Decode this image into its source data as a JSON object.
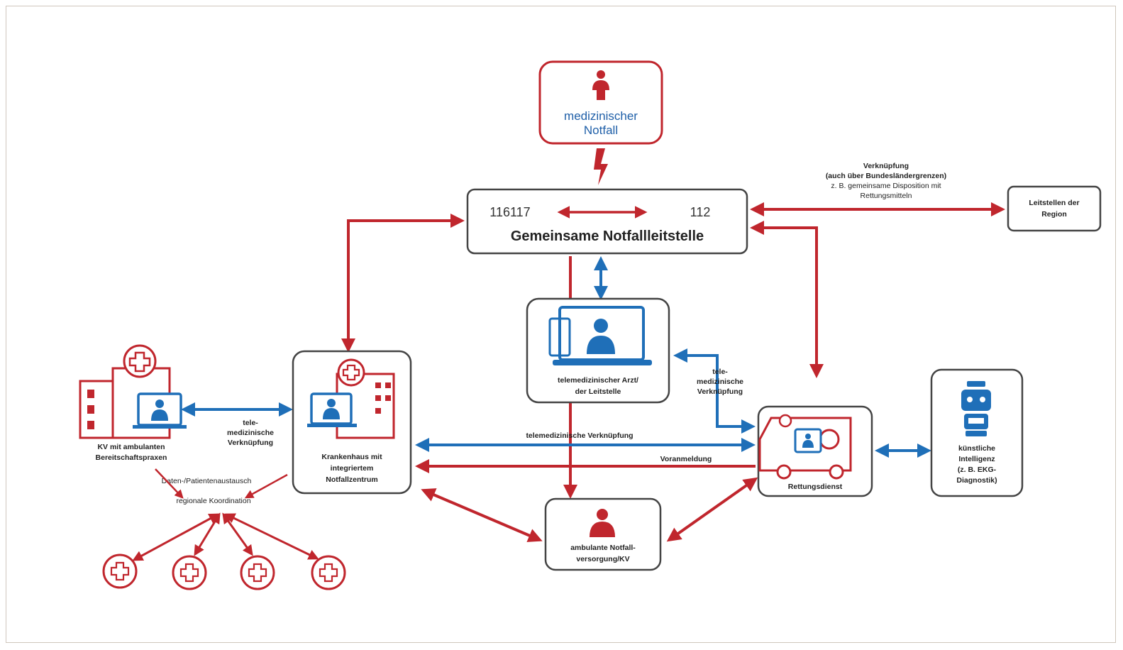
{
  "diagram": {
    "emergency": {
      "label_line1": "medizinischer",
      "label_line2": "Notfall"
    },
    "control_center": {
      "number_left": "116117",
      "number_right": "112",
      "title": "Gemeinsame Notfallleitstelle"
    },
    "right_top": {
      "caption_line1": "Verknüpfung",
      "caption_line2": "(auch über Bundesländergrenzen)",
      "caption_line3": "z. B. gemeinsame Disposition mit",
      "caption_line4": "Rettungsmitteln",
      "box_line1": "Leitstellen der",
      "box_line2": "Region"
    },
    "telemedicine": {
      "label_line1": "telemedizinischer Arzt/",
      "label_line2": "der Leitstelle"
    },
    "gp_practice": {
      "label_line1": "KV mit ambulanten",
      "label_line2": "Bereitschaftspraxen"
    },
    "hospital": {
      "label_line1": "Krankenhaus mit",
      "label_line2": "integriertem",
      "label_line3": "Notfallzentrum"
    },
    "ambulance": {
      "label": "Rettungsdienst"
    },
    "ai": {
      "label_line1": "künstliche",
      "label_line2": "Intelligenz",
      "label_line3": "(z. B. EKG-",
      "label_line4": "Diagnostik)"
    },
    "outpatient": {
      "label_line1": "ambulante Notfall-",
      "label_line2": "versorgung/KV"
    },
    "edge_labels": {
      "gp_hospital_line1": "tele-",
      "gp_hospital_line2": "medizinische",
      "gp_hospital_line3": "Verknüpfung",
      "tele_ambulance_line1": "tele-",
      "tele_ambulance_line2": "medizinische",
      "tele_ambulance_line3": "Verknüpfung",
      "hospital_ambulance_tele": "telemedizinische Verknüpfung",
      "hospital_ambulance_notice": "Voranmeldung",
      "bottom_left_1": "Daten-/Patientenaustausch",
      "bottom_left_2": "regionale Koordination"
    },
    "colors": {
      "red": "#c0262d",
      "blue": "#1f6fb8",
      "dark": "#333333"
    }
  }
}
